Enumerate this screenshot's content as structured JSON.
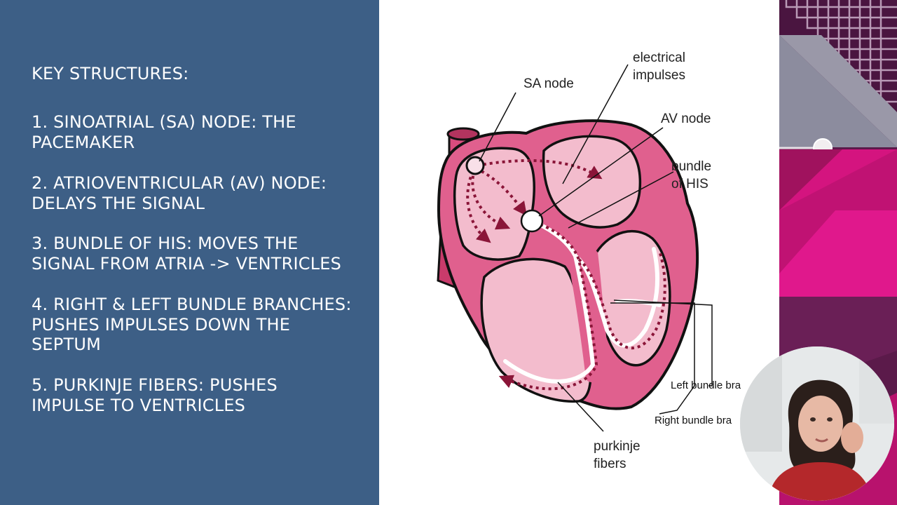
{
  "slide": {
    "heading": "KEY STRUCTURES:",
    "items": [
      {
        "line1": "1. SINOATRIAL (SA) NODE: THE",
        "line2": "PACEMAKER"
      },
      {
        "line1": "2. ATRIOVENTRICULAR (AV) NODE:",
        "line2": "DELAYS THE SIGNAL"
      },
      {
        "line1": "3. BUNDLE OF HIS: MOVES THE",
        "line2": "SIGNAL FROM ATRIA -> VENTRICLES"
      },
      {
        "line1": "4. RIGHT & LEFT BUNDLE BRANCHES:",
        "line2": "PUSHES IMPULSES DOWN THE",
        "line3": "SEPTUM"
      },
      {
        "line1": "5. PURKINJE FIBERS: PUSHES",
        "line2": "IMPULSE TO VENTRICLES"
      }
    ]
  },
  "diagram": {
    "labels": {
      "electrical_1": "electrical",
      "electrical_2": "impulses",
      "sa_node": "SA node",
      "av_node": "AV  node",
      "bundle_1": "bundle",
      "bundle_2": "of HIS",
      "left_branch": "Left bundle bra",
      "right_branch": "Right bundle bra",
      "purkinje_1": "purkinje",
      "purkinje_2": "fibers"
    },
    "colors": {
      "heart_fill": "#e0608e",
      "chamber_fill": "#f3bccd",
      "dark_red": "#8a1538",
      "outline": "#111111"
    }
  },
  "theme": {
    "left_panel_bg": "#3d5f86",
    "accent_magenta": "#d4147f",
    "accent_purple": "#5b1a4a",
    "accent_gray": "#8c8c9e"
  }
}
